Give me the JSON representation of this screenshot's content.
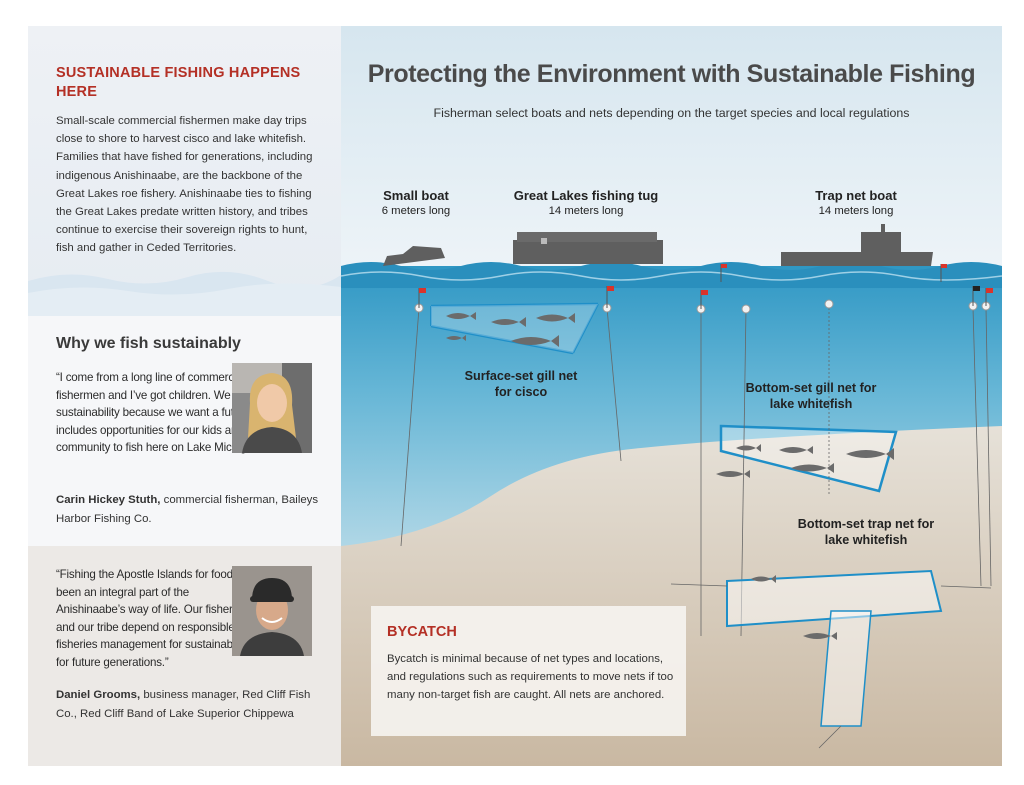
{
  "left": {
    "heading": "SUSTAINABLE FISHING HAPPENS HERE",
    "intro": "Small-scale commercial fishermen make day trips close to shore to harvest cisco and lake whitefish. Families that have fished for generations, including indigenous Anishinaabe, are the backbone of the Great Lakes roe fishery. Anishinaabe ties to fishing the Great Lakes predate written history, and tribes continue to exercise their sovereign rights to hunt, fish and gather in Ceded Territories.",
    "why_heading": "Why we fish sustainably",
    "quote1": "“I come from a long line of commercial fishermen and I’ve got children. We prioritize sustainability because we want a future that includes opportunities for our kids and our community to fish here on Lake Michigan.”",
    "attr1_name": "Carin Hickey Stuth,",
    "attr1_role": " commercial fisherman, Baileys Harbor Fishing Co.",
    "quote2": "“Fishing the Apostle Islands for food had been an integral part of the Anishinaabe’s way of life. Our fishers and our tribe depend on responsible fisheries management for sustainability for future generations.”",
    "attr2_name": "Daniel Grooms,",
    "attr2_role": " business manager, Red Cliff Fish Co., Red Cliff Band of Lake Superior Chippewa"
  },
  "diagram": {
    "title": "Protecting the Environment with Sustainable Fishing",
    "subtitle": "Fisherman select boats and nets depending on the target species and local regulations",
    "boats": [
      {
        "name": "Small boat",
        "size": "6 meters long"
      },
      {
        "name": "Great Lakes fishing tug",
        "size": "14 meters long"
      },
      {
        "name": "Trap net boat",
        "size": "14 meters long"
      }
    ],
    "nets": {
      "surface": "Surface-set gill net for cisco",
      "bottom_gill": "Bottom-set gill net for lake whitefish",
      "bottom_trap": "Bottom-set trap net for lake whitefish"
    },
    "bycatch_heading": "BYCATCH",
    "bycatch_text": "Bycatch is minimal because of net types and locations, and regulations such as requirements to move nets if too many non-target fish are caught. All nets are anchored.",
    "colors": {
      "accent_red": "#b43025",
      "water": "#3aa0c8",
      "net_blue": "#1f8fc8",
      "boat": "#5f5f5f",
      "lakebed": "#d3c6b5"
    }
  }
}
